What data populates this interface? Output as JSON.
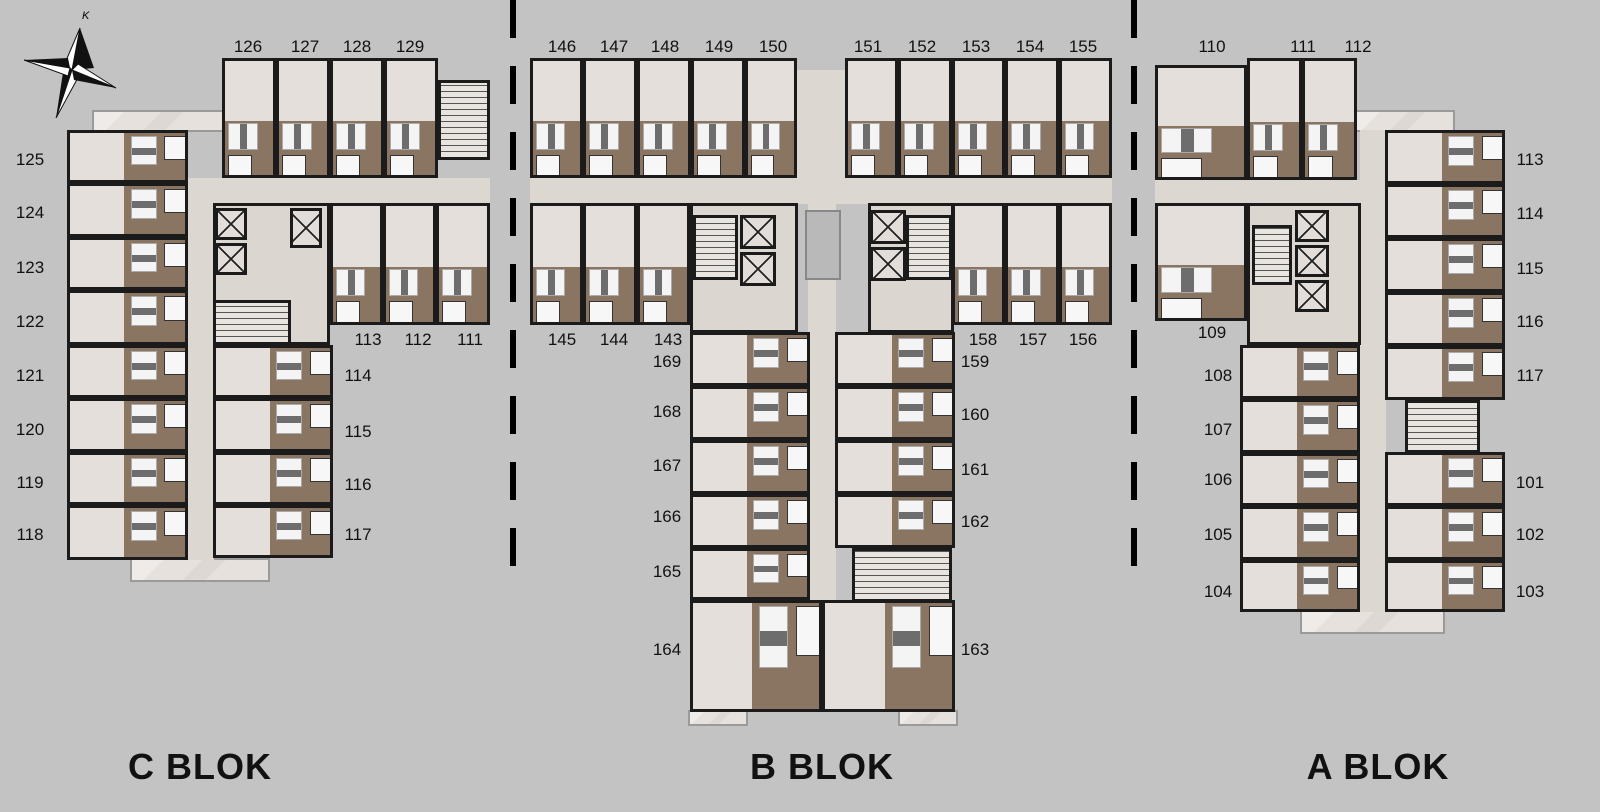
{
  "compass": {
    "north_label": "K"
  },
  "blocks": [
    {
      "id": "c",
      "name": "C BLOK",
      "units": [
        "126",
        "127",
        "128",
        "129",
        "125",
        "124",
        "123",
        "122",
        "121",
        "120",
        "119",
        "118",
        "113",
        "112",
        "111",
        "114",
        "115",
        "116",
        "117"
      ]
    },
    {
      "id": "b",
      "name": "B BLOK",
      "units": [
        "146",
        "147",
        "148",
        "149",
        "150",
        "151",
        "152",
        "153",
        "154",
        "155",
        "145",
        "144",
        "143",
        "158",
        "157",
        "156",
        "169",
        "168",
        "167",
        "166",
        "165",
        "164",
        "159",
        "160",
        "161",
        "162",
        "163"
      ]
    },
    {
      "id": "a",
      "name": "A BLOK",
      "units": [
        "110",
        "111",
        "112",
        "109",
        "113",
        "114",
        "115",
        "116",
        "117",
        "108",
        "107",
        "106",
        "105",
        "104",
        "101",
        "102",
        "103"
      ]
    }
  ]
}
